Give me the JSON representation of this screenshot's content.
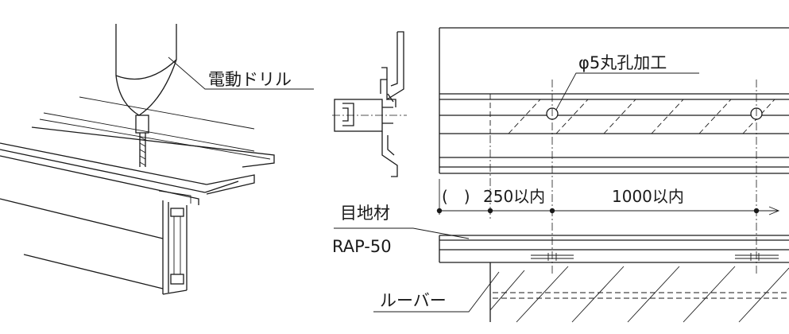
{
  "labels": {
    "drill": "電動ドリル",
    "hole": "φ5丸孔加工",
    "dim_paren": "(　)",
    "dim_first": "250以内",
    "dim_second": "1000以内",
    "joint_material": "目地材",
    "joint_model": "RAP-50",
    "louver": "ルーバー"
  },
  "colors": {
    "line": "#1a1a1a",
    "background": "#ffffff"
  }
}
